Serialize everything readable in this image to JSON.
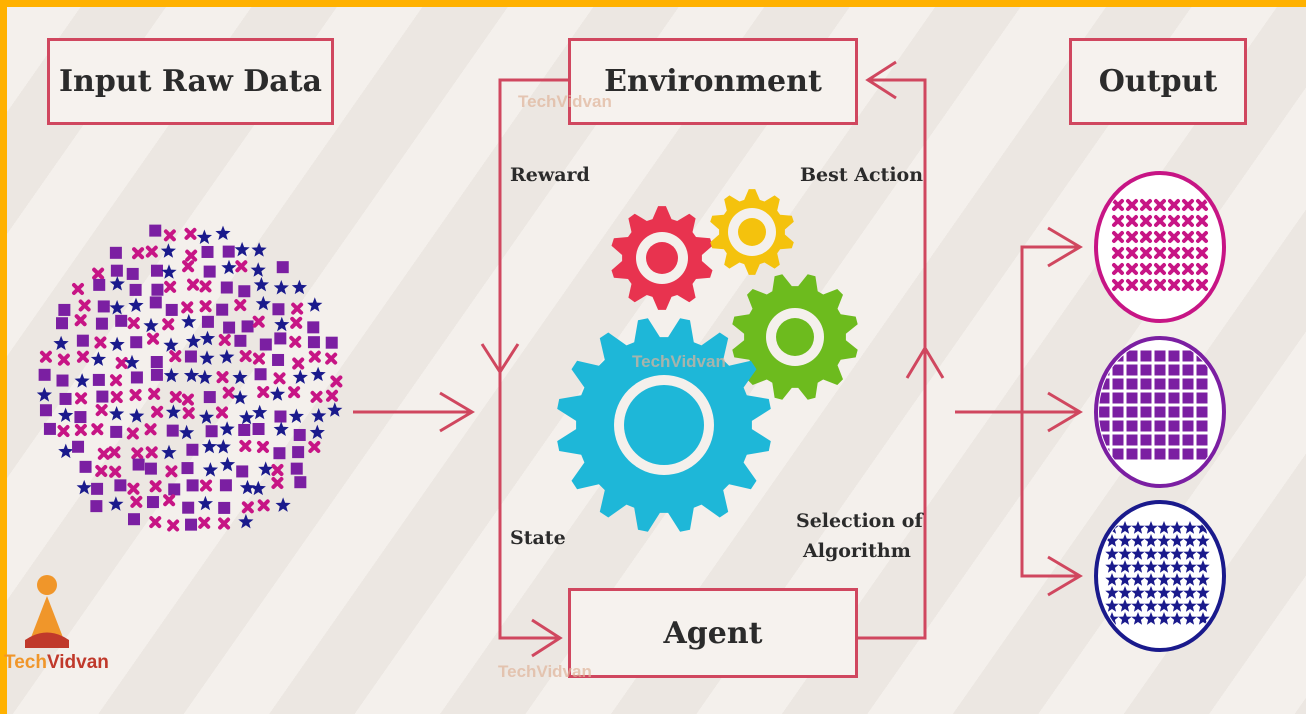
{
  "boxes": {
    "input": "Input Raw Data",
    "environment": "Environment",
    "output": "Output",
    "agent": "Agent"
  },
  "labels": {
    "reward": "Reward",
    "best_action": "Best Action",
    "state": "State",
    "selection_line1": "Selection of",
    "selection_line2": "Algorithm"
  },
  "logo": {
    "part1": "Tech",
    "part2": "Vidvan"
  },
  "watermark": "TechVidvan",
  "colors": {
    "frame": "#ffb100",
    "accent": "#d0475f",
    "pink": "#c71585",
    "purple": "#7b1fa2",
    "navy": "#1a1a8c",
    "gear_red": "#e8334f",
    "gear_yellow": "#f4c20d",
    "gear_green": "#6dbb1e",
    "gear_cyan": "#1eb7d8"
  },
  "icons": [
    "star-icon",
    "square-icon",
    "cross-icon",
    "gear-icon",
    "arrow-icon"
  ]
}
